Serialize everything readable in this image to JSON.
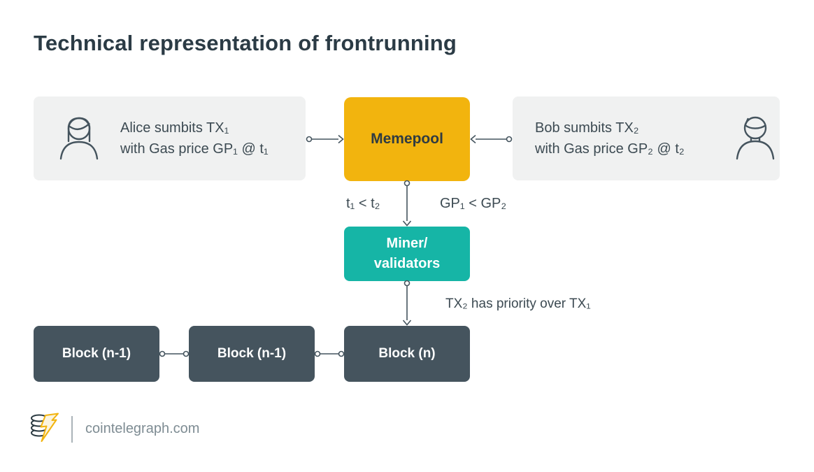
{
  "title": "Technical representation of frontrunning",
  "colors": {
    "yellow": "#F2B40E",
    "teal": "#16B5A6",
    "slate": "#45545E",
    "light_gray": "#F0F1F1",
    "line": "#44545E",
    "title_text": "#2B3B45",
    "body_text": "#3C4A52",
    "footer_text": "#7E8C93"
  },
  "nodes": {
    "alice": {
      "line1": "Alice sumbits TX₁",
      "line2": "with Gas price GP₁ @ t₁",
      "icon": "female-avatar-icon"
    },
    "bob": {
      "line1": "Bob sumbits TX₂",
      "line2": "with Gas price GP₂ @ t₂",
      "icon": "male-avatar-icon"
    },
    "memepool": {
      "label": "Memepool"
    },
    "miner": {
      "line1": "Miner/",
      "line2": "validators"
    },
    "block_left": {
      "label": "Block (n-1)"
    },
    "block_middle": {
      "label": "Block (n-1)"
    },
    "block_right": {
      "label": "Block (n)"
    }
  },
  "edge_labels": {
    "time": "t₁ < t₂",
    "gas": "GP₁ < GP₂",
    "priority": "TX₂ has priority over TX₁"
  },
  "footer": {
    "logo_icon": "cointelegraph-coin-bolt-icon",
    "site": "cointelegraph.com"
  }
}
